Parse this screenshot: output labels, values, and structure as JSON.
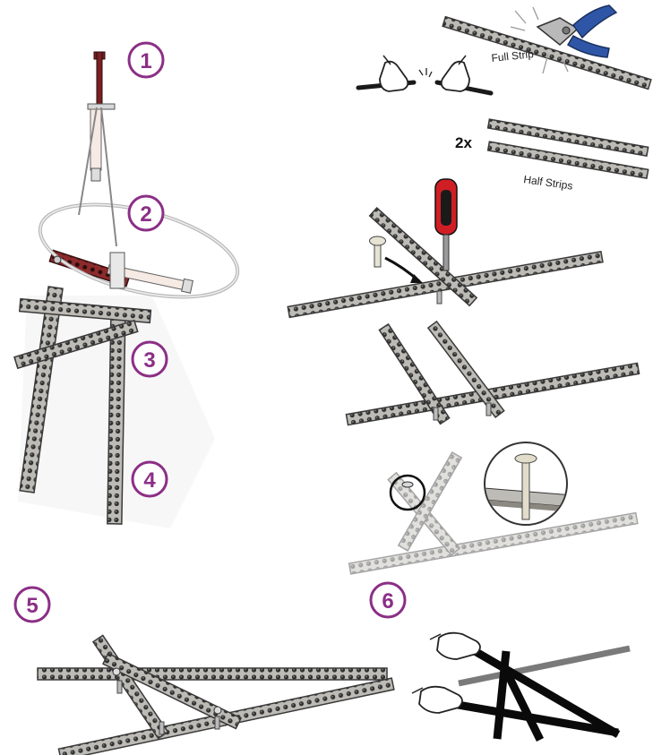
{
  "steps": {
    "s1": "1",
    "s2": "2",
    "s3": "3",
    "s4": "4",
    "s5": "5",
    "s6": "6"
  },
  "labels": {
    "full_strip": "Full Strip",
    "half_strips": "Half Strips",
    "quantity": "2x"
  },
  "colors": {
    "badge": "#8b2f86",
    "strip_fill": "#c8c6c0",
    "strip_dark": "#3a3a3a",
    "handle_red": "#d01f24",
    "handle_black": "#1a1a1a",
    "cutter_blue": "#2f56a6",
    "red_strip": "#7a1f22"
  }
}
